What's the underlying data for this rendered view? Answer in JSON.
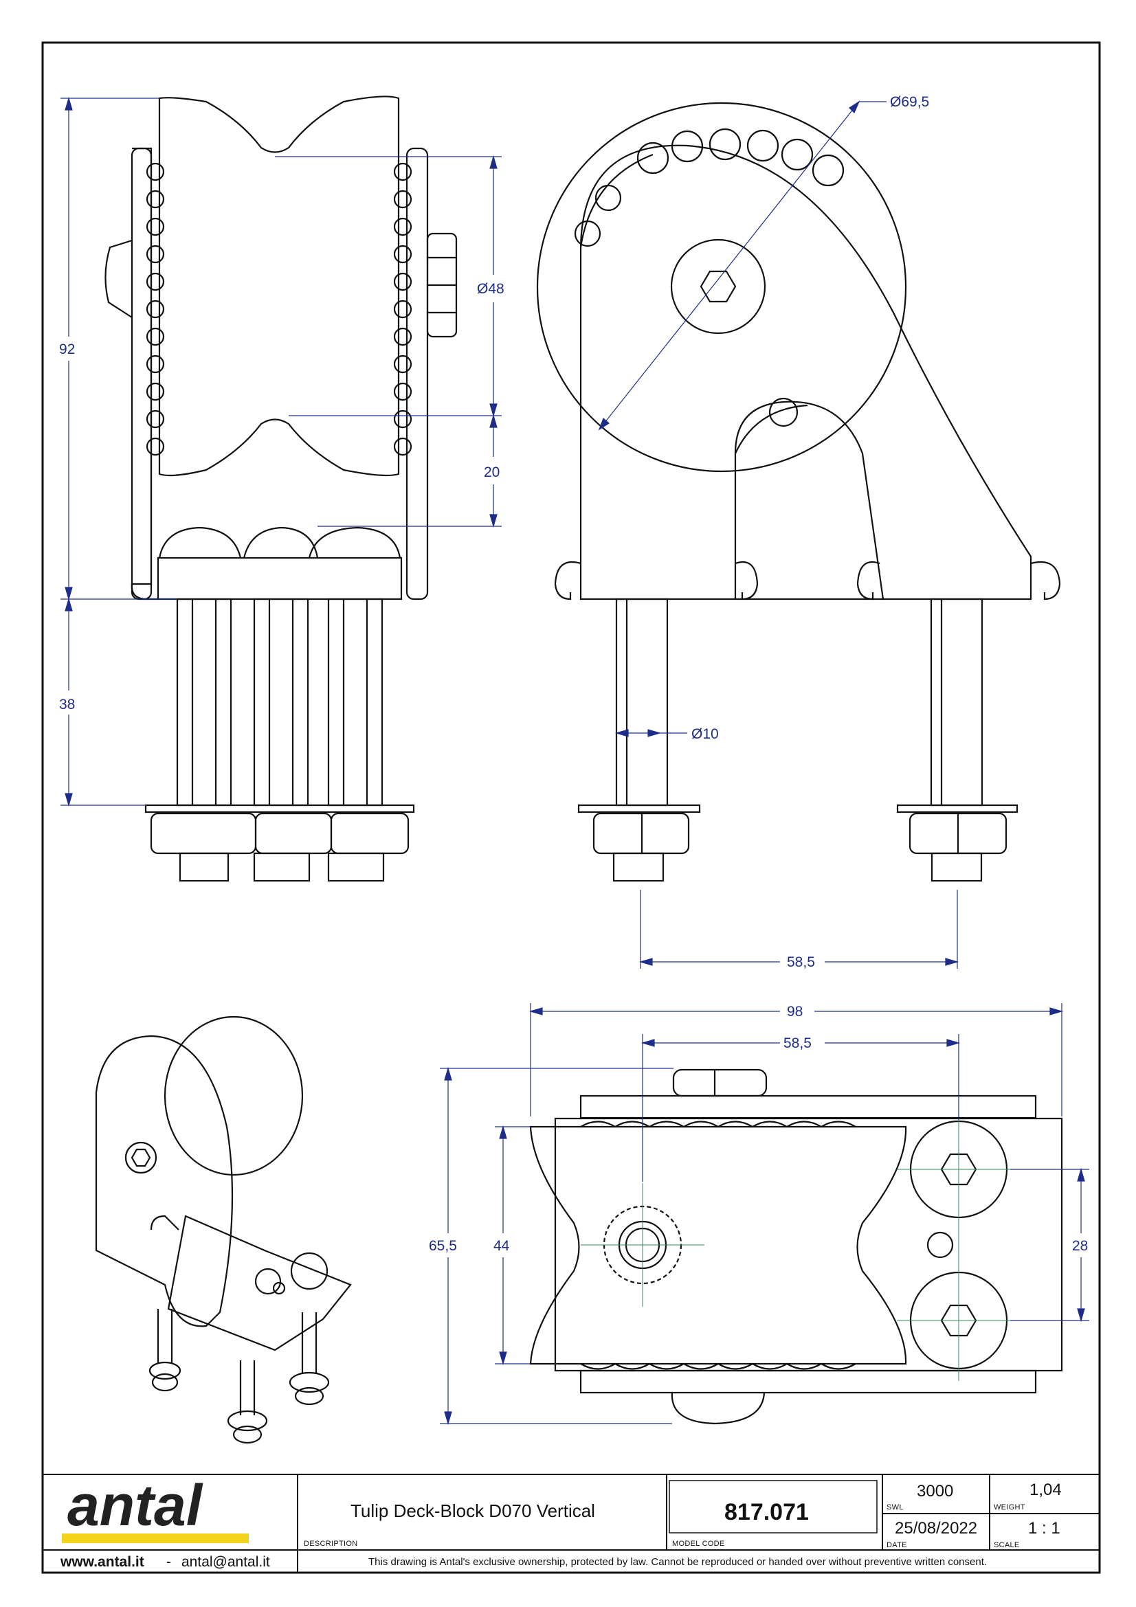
{
  "dimensions": {
    "total_height": "92",
    "pin_length": "38",
    "sheave_diameter": "Ø48",
    "groove_offset": "20",
    "outer_diameter": "Ø69,5",
    "bolt_diameter": "Ø10",
    "bolt_spacing_side": "58,5",
    "bolt_spacing_top": "58,5",
    "overall_length": "98",
    "overall_width": "65,5",
    "sheave_width": "44",
    "hole_spacing": "28"
  },
  "title_block": {
    "brand": "antal",
    "website": "www.antal.it",
    "separator": "-",
    "email": "antal@antal.it",
    "description": "Tulip Deck-Block D070 Vertical",
    "description_label": "DESCRIPTION",
    "model_code": "817.071",
    "model_code_label": "MODEL CODE",
    "swl": "3000",
    "swl_label": "SWL",
    "weight": "1,04",
    "weight_label": "WEIGHT",
    "date": "25/08/2022",
    "date_label": "DATE",
    "scale": "1 : 1",
    "scale_label": "SCALE",
    "disclaimer": "This drawing is Antal's exclusive ownership, protected by law. Cannot be reproduced or handed over without preventive written consent."
  },
  "colors": {
    "dimension": "#1f2d8a",
    "brand_bar": "#f2d21a",
    "line": "#111111"
  }
}
